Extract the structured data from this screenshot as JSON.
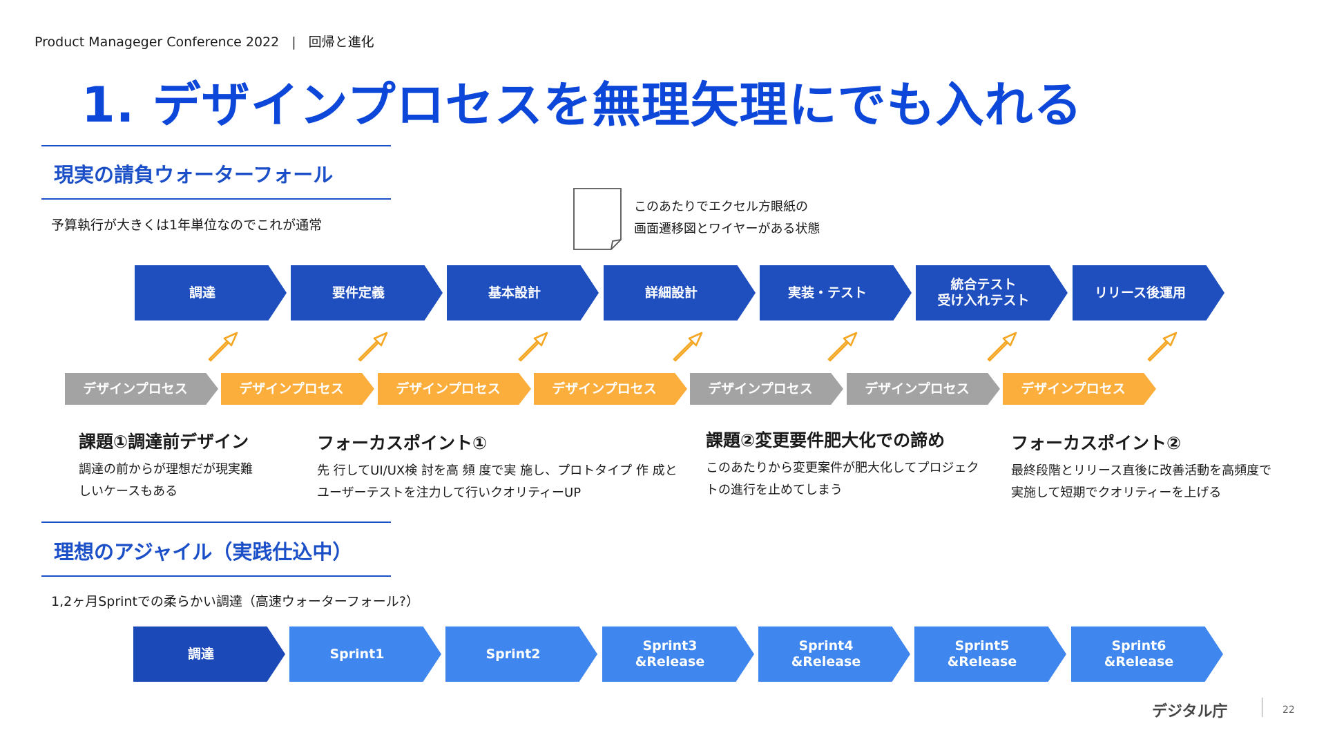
{
  "header": {
    "conference": "Product Manageger Conference 2022",
    "separator": "|",
    "subtitle": "回帰と進化"
  },
  "title": "1. デザインプロセスを無理矢理にでも入れる",
  "section1": {
    "title": "現実の請負ウォーターフォール",
    "desc": "予算執行が大きくは1年単位なのでこれが通常"
  },
  "doc_note": {
    "line1": "このあたりでエクセル方眼紙の",
    "line2": "画面遷移図とワイヤーがある状態"
  },
  "waterfall": {
    "steps": [
      {
        "line1": "調達",
        "line2": ""
      },
      {
        "line1": "要件定義",
        "line2": ""
      },
      {
        "line1": "基本設計",
        "line2": ""
      },
      {
        "line1": "詳細設計",
        "line2": ""
      },
      {
        "line1": "実装・テスト",
        "line2": ""
      },
      {
        "line1": "統合テスト",
        "line2": "受け入れテスト"
      },
      {
        "line1": "リリース後運用",
        "line2": ""
      }
    ],
    "design_steps": [
      {
        "label": "デザインプロセス",
        "color": "gray"
      },
      {
        "label": "デザインプロセス",
        "color": "orange"
      },
      {
        "label": "デザインプロセス",
        "color": "orange"
      },
      {
        "label": "デザインプロセス",
        "color": "orange"
      },
      {
        "label": "デザインプロセス",
        "color": "gray"
      },
      {
        "label": "デザインプロセス",
        "color": "gray"
      },
      {
        "label": "デザインプロセス",
        "color": "orange"
      }
    ]
  },
  "notes": [
    {
      "title": "課題①調達前デザイン",
      "line1": "調達の前からが理想だが現実難",
      "line2": "しいケースもある"
    },
    {
      "title": "フォーカスポイント①",
      "line1": "先 行してUI/UX検 討を高 頻 度で実 施し、プロトタイプ 作 成と",
      "line2": "ユーザーテストを注力して行いクオリティーUP"
    },
    {
      "title": "課題②変更要件肥大化での諦め",
      "line1": "このあたりから変更案件が肥大化してプロジェク",
      "line2": "トの進行を止めてしまう"
    },
    {
      "title": "フォーカスポイント②",
      "line1": "最終段階とリリース直後に改善活動を高頻度で",
      "line2": "実施して短期でクオリティーを上げる"
    }
  ],
  "section2": {
    "title": "理想のアジャイル（実践仕込中）",
    "desc": "1,2ヶ月Sprintでの柔らかい調達（高速ウォーターフォール?）"
  },
  "agile": {
    "steps": [
      {
        "line1": "調達",
        "line2": ""
      },
      {
        "line1": "Sprint1",
        "line2": ""
      },
      {
        "line1": "Sprint2",
        "line2": ""
      },
      {
        "line1": "Sprint3",
        "line2": "&Release"
      },
      {
        "line1": "Sprint4",
        "line2": "&Release"
      },
      {
        "line1": "Sprint5",
        "line2": "&Release"
      },
      {
        "line1": "Sprint6",
        "line2": "&Release"
      }
    ]
  },
  "footer": {
    "logo": "デジタル庁",
    "page": "22"
  },
  "colors": {
    "title_blue": "#0d47d9",
    "step_blue": "#1f4fbf",
    "sprint_blue": "#3f86ee",
    "design_gray": "#a3a3a3",
    "design_orange": "#fbae3c",
    "arrow_orange": "#f5a623"
  }
}
